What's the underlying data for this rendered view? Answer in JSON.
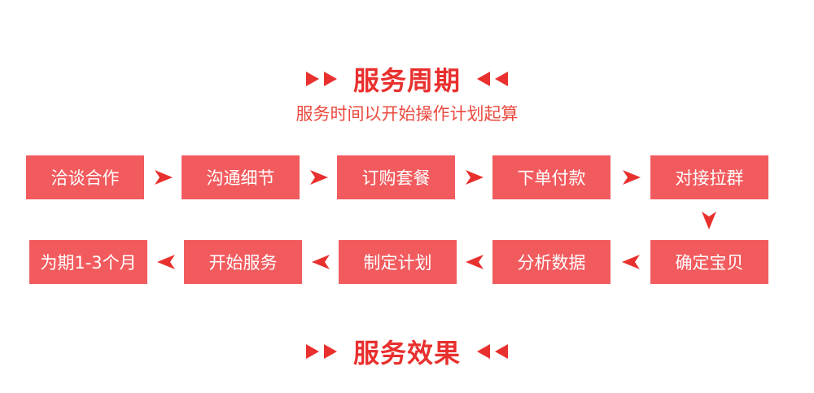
{
  "sections": [
    {
      "title": "服务周期",
      "subtitle": "服务时间以开始操作计划起算"
    },
    {
      "title": "服务效果"
    }
  ],
  "steps": [
    {
      "label": "洽谈合作"
    },
    {
      "label": "沟通细节"
    },
    {
      "label": "订购套餐"
    },
    {
      "label": "下单付款"
    },
    {
      "label": "对接拉群"
    },
    {
      "label": "确定宝贝"
    },
    {
      "label": "分析数据"
    },
    {
      "label": "制定计划"
    },
    {
      "label": "开始服务"
    },
    {
      "label": "为期1-3个月"
    }
  ],
  "colors": {
    "accent": "#e8302e",
    "step_fill": "#f25b5e",
    "step_text": "#ffffff",
    "arrow": "#e8302e"
  },
  "icons": {
    "heading_left": "double-triangle-right-icon",
    "heading_right": "double-triangle-left-icon",
    "connector_right": "arrow-right-icon",
    "connector_left": "arrow-left-icon",
    "connector_down": "arrow-down-icon"
  }
}
